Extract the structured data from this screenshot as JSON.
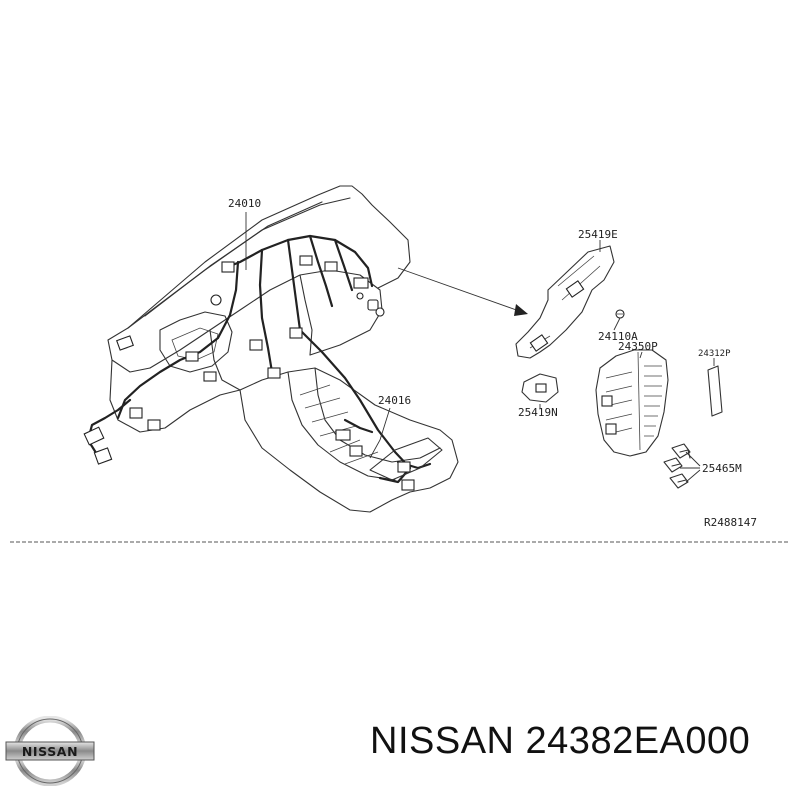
{
  "diagram": {
    "part_labels": [
      "24010",
      "25419E",
      "24110A",
      "24350P",
      "24312P",
      "25419N",
      "24016",
      "25465M"
    ],
    "reference_code": "R2488147"
  },
  "brand": {
    "logo_text": "NISSAN",
    "caption": "NISSAN 24382EA000"
  },
  "colors": {
    "line": "#222222",
    "background": "#ffffff"
  }
}
